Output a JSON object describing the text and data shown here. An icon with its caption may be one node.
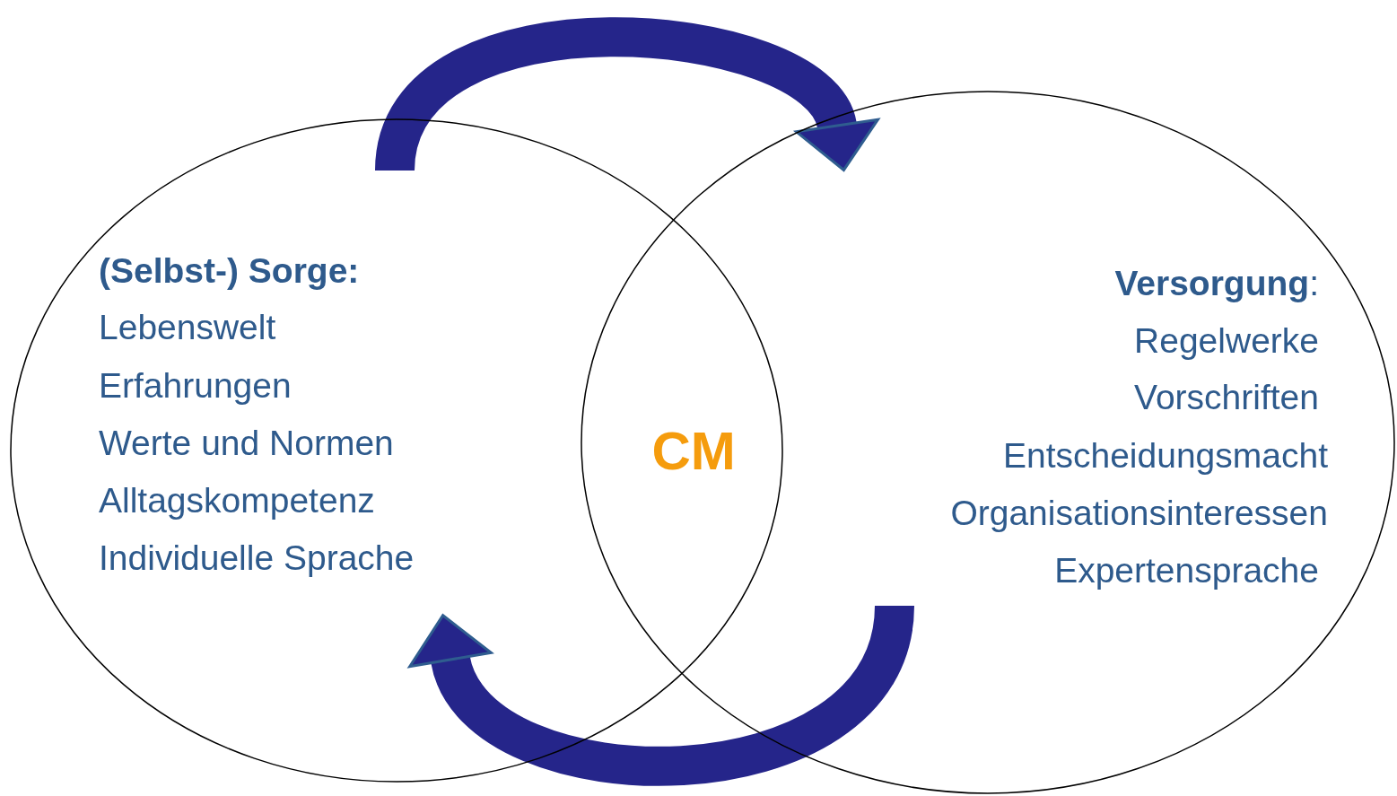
{
  "diagram": {
    "nodes": [
      {
        "text": [
          "(Selbst-) Sorge:",
          "Lebenswelt",
          "Erfahrungen",
          "Werte und Normen",
          "Alltagskompetenz",
          "Individuelle Sprache"
        ]
      },
      {
        "text": [
          "**Versorgung**:",
          "Regelwerke",
          "Vorschriften",
          "Entscheidungsmacht",
          "Organisationsinteressen",
          "Expertensprache"
        ]
      }
    ],
    "edges": [
      {
        "from": 0,
        "to": 1,
        "arrow": "to"
      },
      {
        "from": 1,
        "to": 0,
        "arrow": "to"
      }
    ],
    "labels": [
      "CM"
    ]
  }
}
